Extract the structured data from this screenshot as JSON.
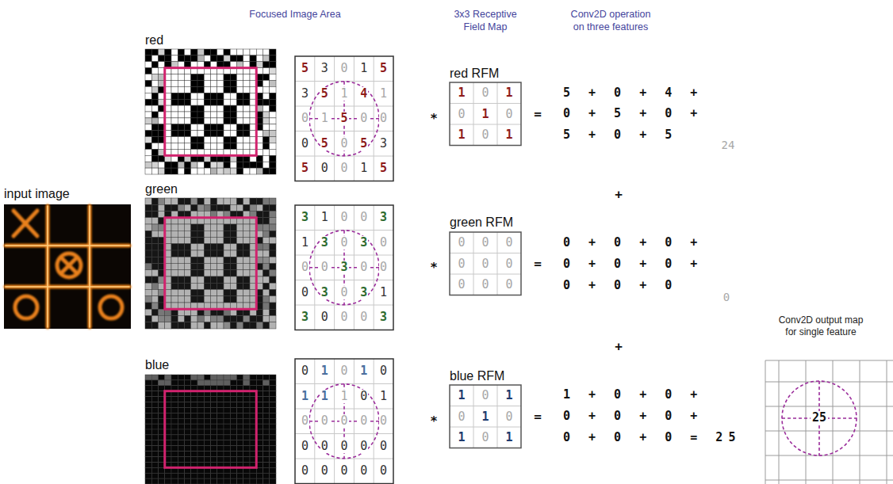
{
  "diagram": {
    "labels": [
      "Focused Image Area",
      "3x3 Receptive Field Map",
      "Conv2D operation on three features",
      "input image",
      "red",
      "5",
      "3",
      "0",
      "1",
      "5",
      "3",
      "5",
      "1",
      "4",
      "1",
      "0",
      "1",
      "5",
      "0",
      "0",
      "0",
      "5",
      "0",
      "5",
      "3",
      "5",
      "0",
      "0",
      "1",
      "5",
      "red RFM",
      "1",
      "0",
      "1",
      "0",
      "1",
      "0",
      "1",
      "0",
      "1",
      "*",
      "=",
      "5 + 0 + 4 +",
      "0 + 5 + 0 +",
      "5 + 0 + 5",
      "24",
      "+",
      "green",
      "3",
      "1",
      "0",
      "0",
      "3",
      "1",
      "3",
      "0",
      "3",
      "0",
      "0",
      "0",
      "3",
      "0",
      "0",
      "0",
      "3",
      "0",
      "3",
      "1",
      "3",
      "0",
      "0",
      "0",
      "3",
      "green RFM",
      "0",
      "0",
      "0",
      "0",
      "0",
      "0",
      "0",
      "0",
      "0",
      "*",
      "=",
      "0 + 0 + 0 +",
      "0 + 0 + 0 +",
      "0 + 0 + 0",
      "0",
      "+",
      "blue",
      "0",
      "1",
      "0",
      "1",
      "0",
      "1",
      "1",
      "1",
      "0",
      "1",
      "0",
      "0",
      "0",
      "0",
      "0",
      "0",
      "0",
      "0",
      "0",
      "0",
      "0",
      "0",
      "0",
      "0",
      "0",
      "blue RFM",
      "1",
      "0",
      "1",
      "0",
      "1",
      "0",
      "1",
      "0",
      "1",
      "*",
      "=",
      "1 + 0 + 0 +",
      "0 + 0 + 0 +",
      "0 + 0 + 0 = 25",
      "Conv2D output map for single feature",
      "25"
    ]
  }
}
